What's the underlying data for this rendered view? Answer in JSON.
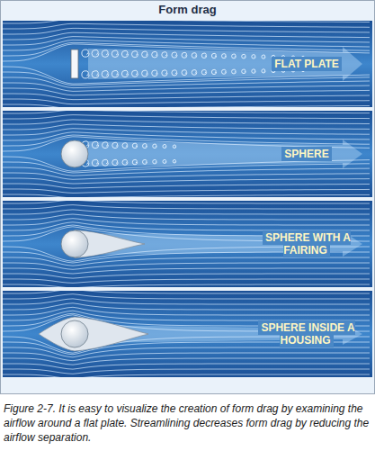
{
  "diagram": {
    "title": "Form drag",
    "caption": "Figure 2-7. It is easy to visualize the creation of form drag by examining the airflow around a flat plate. Streamlining decreases form drag by reducing the airflow separation.",
    "labels": [
      "FLAT PLATE",
      "SPHERE",
      "SPHERE WITH A FAIRING",
      "SPHERE INSIDE A HOUSING"
    ]
  }
}
